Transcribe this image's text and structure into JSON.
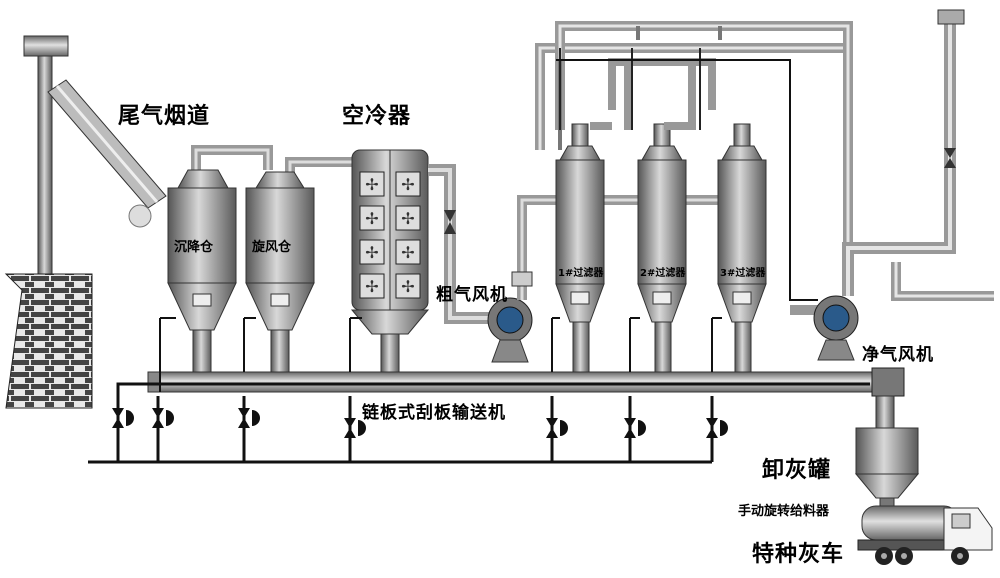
{
  "labels": {
    "exhaust_flue": "尾气烟道",
    "air_cooler": "空冷器",
    "settling_bin": "沉降仓",
    "cyclone_bin": "旋风仓",
    "crude_fan": "粗气风机",
    "filter1": "1#过滤器",
    "filter2": "2#过滤器",
    "filter3": "3#过滤器",
    "clean_fan": "净气风机",
    "conveyor": "链板式刮板输送机",
    "ash_tank": "卸灰罐",
    "rotary_feeder": "手动旋转给料器",
    "ash_truck": "特种灰车"
  },
  "colors": {
    "pipe": "#b9b9b9",
    "vessel": "#9a9a9a",
    "brick": "#555555",
    "fan": "#2a5a8a"
  }
}
